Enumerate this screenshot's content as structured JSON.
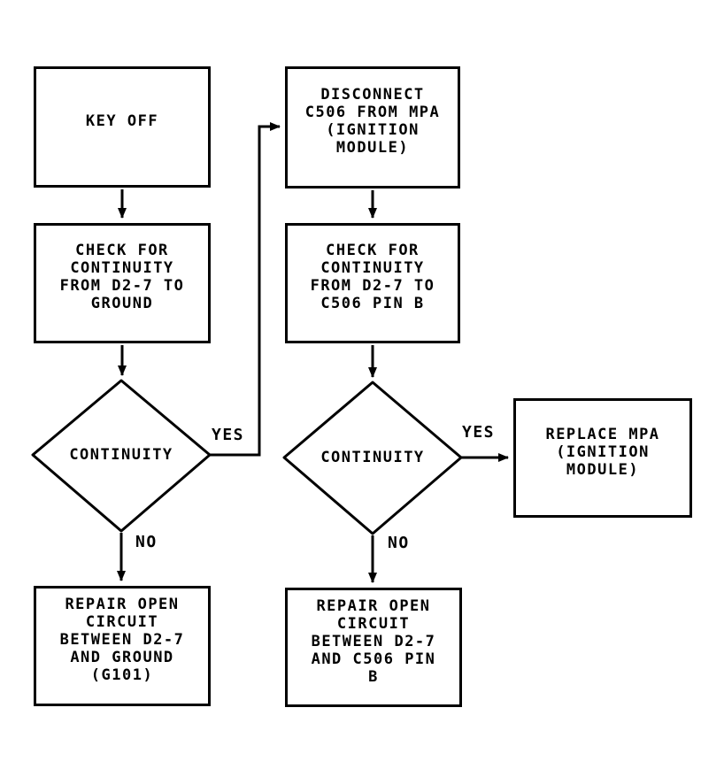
{
  "diagram_title": "ignition-module-continuity-troubleshooting-flowchart",
  "colors": {
    "background": "#ffffff",
    "line": "#000000",
    "text": "#000000"
  },
  "nodes": {
    "key_off": {
      "type": "process",
      "label": "KEY OFF"
    },
    "check_ground": {
      "type": "process",
      "label": "CHECK FOR\nCONTINUITY\nFROM D2-7 TO\nGROUND"
    },
    "continuity_ground": {
      "type": "decision",
      "label": "CONTINUITY"
    },
    "repair_ground": {
      "type": "process",
      "label": "REPAIR OPEN\nCIRCUIT\nBETWEEN D2-7\nAND GROUND\n(G101)"
    },
    "disconnect_c506": {
      "type": "process",
      "label": "DISCONNECT\nC506 FROM MPA\n(IGNITION\nMODULE)"
    },
    "check_c506": {
      "type": "process",
      "label": "CHECK FOR\nCONTINUITY\nFROM D2-7 TO\nC506 PIN B"
    },
    "continuity_c506": {
      "type": "decision",
      "label": "CONTINUITY"
    },
    "repair_c506": {
      "type": "process",
      "label": "REPAIR OPEN\nCIRCUIT\nBETWEEN D2-7\nAND C506 PIN\nB"
    },
    "replace_mpa": {
      "type": "process",
      "label": "REPLACE MPA\n(IGNITION\nMODULE)"
    }
  },
  "edge_labels": {
    "yes_ground": "YES",
    "no_ground": "NO",
    "yes_c506": "YES",
    "no_c506": "NO"
  }
}
